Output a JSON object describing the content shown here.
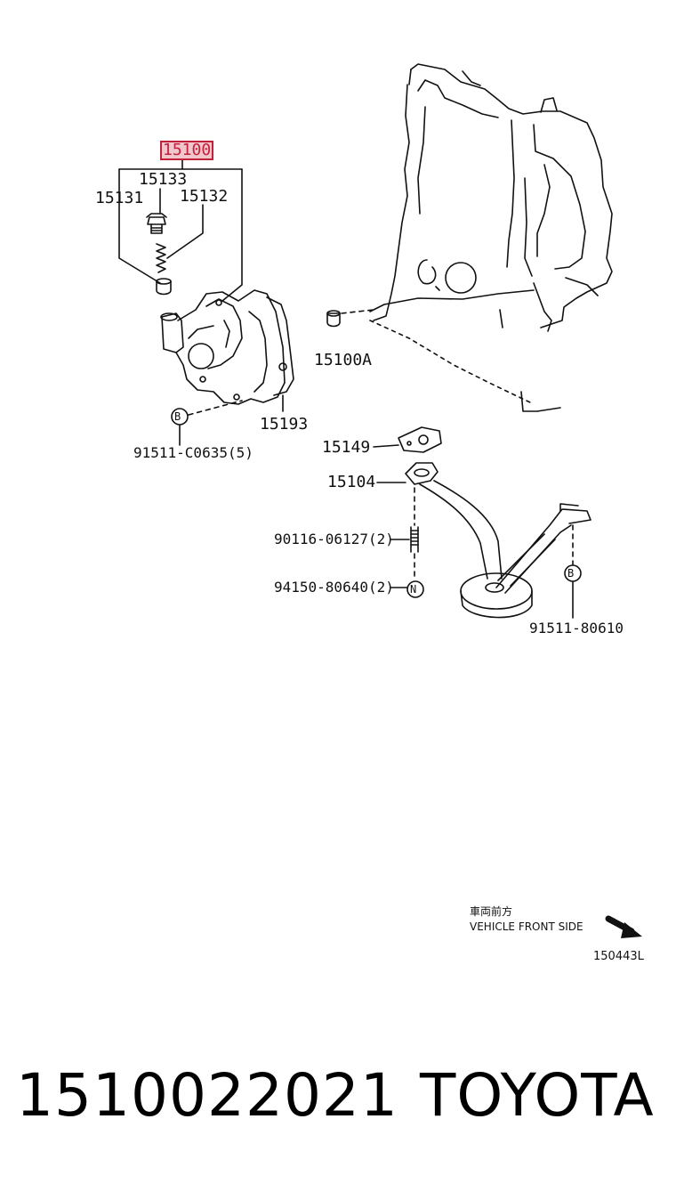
{
  "diagram": {
    "callouts": {
      "assembly": "15100",
      "valve_plug": "15133",
      "valve": "15131",
      "spring": "15132",
      "plug_a": "15100A",
      "gasket_pump": "15193",
      "bolt_pump": "91511-C0635(5)",
      "gasket_strainer": "15149",
      "strainer": "15104",
      "stud": "90116-06127(2)",
      "nut": "94150-80640(2)",
      "bolt_bracket": "91511-80610"
    },
    "symbols": {
      "bolt": "B",
      "nut": "N"
    },
    "direction": {
      "jp": "車両前方",
      "en": "VEHICLE FRONT SIDE"
    },
    "figure_code": "150443L",
    "highlight_color": "#c0213b"
  },
  "footer": {
    "part_number": "1510022021",
    "brand": "TOYOTA"
  }
}
